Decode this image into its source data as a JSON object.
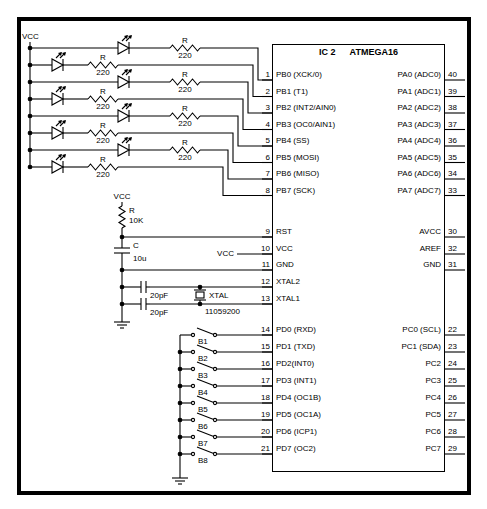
{
  "diagram": {
    "nodes": [
      {
        "text": [
          "IC 2",
          "ATMEGA16"
        ]
      }
    ],
    "edges": [],
    "labels": [
      "VCC",
      "R",
      "220",
      "R",
      "220",
      "R",
      "220",
      "R",
      "220",
      "R",
      "220",
      "R",
      "220",
      "R",
      "220",
      "R",
      "220",
      "VCC",
      "R",
      "10K",
      "C",
      "10u",
      "VCC",
      "20pF",
      "20pF",
      "XTAL",
      "11059200",
      "B1",
      "B2",
      "B3",
      "B4",
      "B5",
      "B6",
      "B7",
      "B8",
      "1",
      "PB0 (XCK/0)",
      "2",
      "PB1 (T1)",
      "3",
      "PB2 (INT2/AIN0)",
      "4",
      "PB3 (OC0/AIN1)",
      "5",
      "PB4 (SS)",
      "6",
      "PB5 (MOSI)",
      "7",
      "PB6 (MISO)",
      "8",
      "PB7 (SCK)",
      "9",
      "RST",
      "10",
      "VCC",
      "11",
      "GND",
      "12",
      "XTAL2",
      "13",
      "XTAL1",
      "14",
      "PD0 (RXD)",
      "15",
      "PD1 (TXD)",
      "16",
      "PD2(INT0)",
      "17",
      "PD3 (INT1)",
      "18",
      "PD4 (OC1B)",
      "19",
      "PD5 (OC1A)",
      "20",
      "PD6 (ICP1)",
      "21",
      "PD7 (OC2)",
      "40",
      "PA0 (ADC0)",
      "39",
      "PA1 (ADC1)",
      "38",
      "PA2 (ADC2)",
      "37",
      "PA3 (ADC3)",
      "36",
      "PA4 (ADC4)",
      "35",
      "PA5 (ADC5)",
      "34",
      "PA6 (ADC6)",
      "33",
      "PA7 (ADC7)",
      "30",
      "AVCC",
      "32",
      "AREF",
      "31",
      "GND",
      "22",
      "PC0 (SCL)",
      "23",
      "PC1 (SDA)",
      "24",
      "PC2",
      "25",
      "PC3",
      "26",
      "PC4",
      "27",
      "PC5",
      "28",
      "PC6",
      "29",
      "PC7"
    ]
  }
}
